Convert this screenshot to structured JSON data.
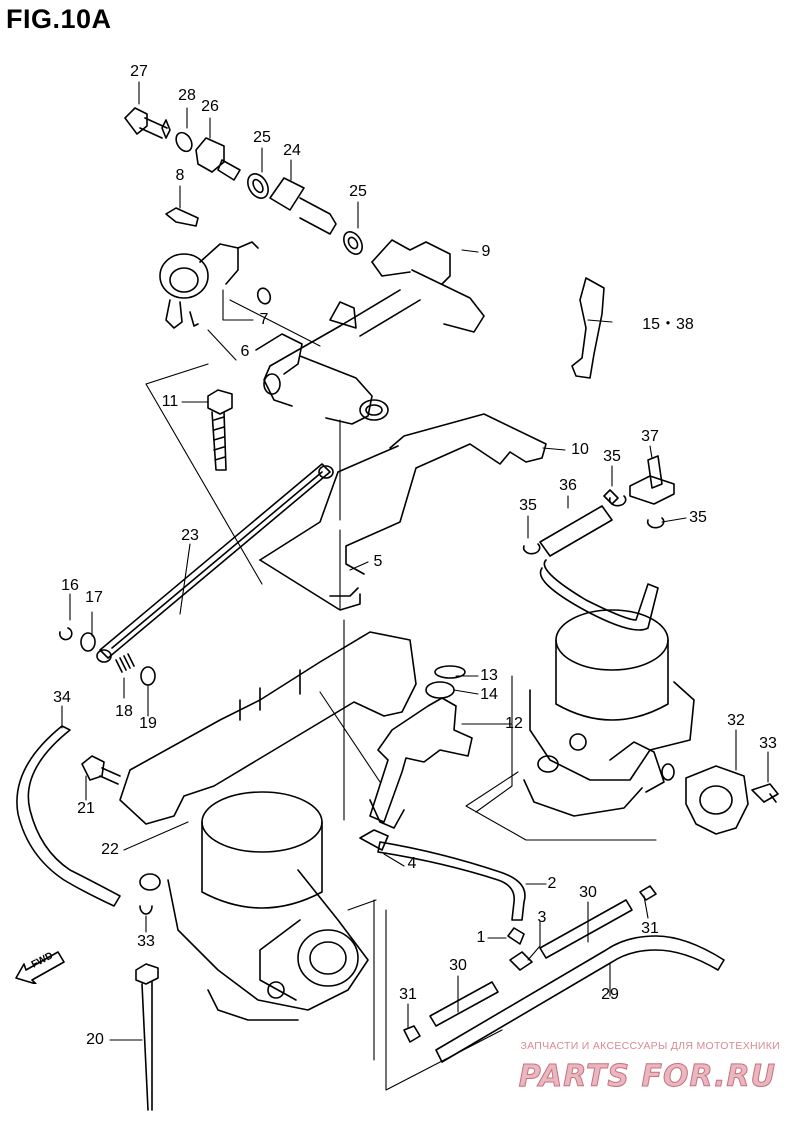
{
  "figure": {
    "title": "FIG.10A"
  },
  "callouts": [
    {
      "id": "27",
      "text": "27"
    },
    {
      "id": "28",
      "text": "28"
    },
    {
      "id": "26",
      "text": "26"
    },
    {
      "id": "25a",
      "text": "25"
    },
    {
      "id": "24",
      "text": "24"
    },
    {
      "id": "25b",
      "text": "25"
    },
    {
      "id": "8",
      "text": "8"
    },
    {
      "id": "9",
      "text": "9"
    },
    {
      "id": "7",
      "text": "7"
    },
    {
      "id": "6",
      "text": "6"
    },
    {
      "id": "15-38",
      "text": "15・38"
    },
    {
      "id": "11",
      "text": "11"
    },
    {
      "id": "10",
      "text": "10"
    },
    {
      "id": "37",
      "text": "37"
    },
    {
      "id": "35a",
      "text": "35"
    },
    {
      "id": "36",
      "text": "36"
    },
    {
      "id": "35b",
      "text": "35"
    },
    {
      "id": "35c",
      "text": "35"
    },
    {
      "id": "5",
      "text": "5"
    },
    {
      "id": "23",
      "text": "23"
    },
    {
      "id": "16",
      "text": "16"
    },
    {
      "id": "17",
      "text": "17"
    },
    {
      "id": "13",
      "text": "13"
    },
    {
      "id": "14",
      "text": "14"
    },
    {
      "id": "12",
      "text": "12"
    },
    {
      "id": "34",
      "text": "34"
    },
    {
      "id": "18",
      "text": "18"
    },
    {
      "id": "19",
      "text": "19"
    },
    {
      "id": "32",
      "text": "32"
    },
    {
      "id": "33a",
      "text": "33"
    },
    {
      "id": "21",
      "text": "21"
    },
    {
      "id": "22",
      "text": "22"
    },
    {
      "id": "4",
      "text": "4"
    },
    {
      "id": "2",
      "text": "2"
    },
    {
      "id": "30a",
      "text": "30"
    },
    {
      "id": "3",
      "text": "3"
    },
    {
      "id": "33b",
      "text": "33"
    },
    {
      "id": "1",
      "text": "1"
    },
    {
      "id": "31a",
      "text": "31"
    },
    {
      "id": "30b",
      "text": "30"
    },
    {
      "id": "29",
      "text": "29"
    },
    {
      "id": "31b",
      "text": "31"
    },
    {
      "id": "20",
      "text": "20"
    }
  ],
  "direction_marker": {
    "text": "FWD"
  },
  "watermark": {
    "tagline": "ЗАПЧАСТИ И АКСЕССУАРЫ ДЛЯ МОТОТЕХНИКИ",
    "logo": "PARTS FOR.RU",
    "color": "#d98a94"
  }
}
